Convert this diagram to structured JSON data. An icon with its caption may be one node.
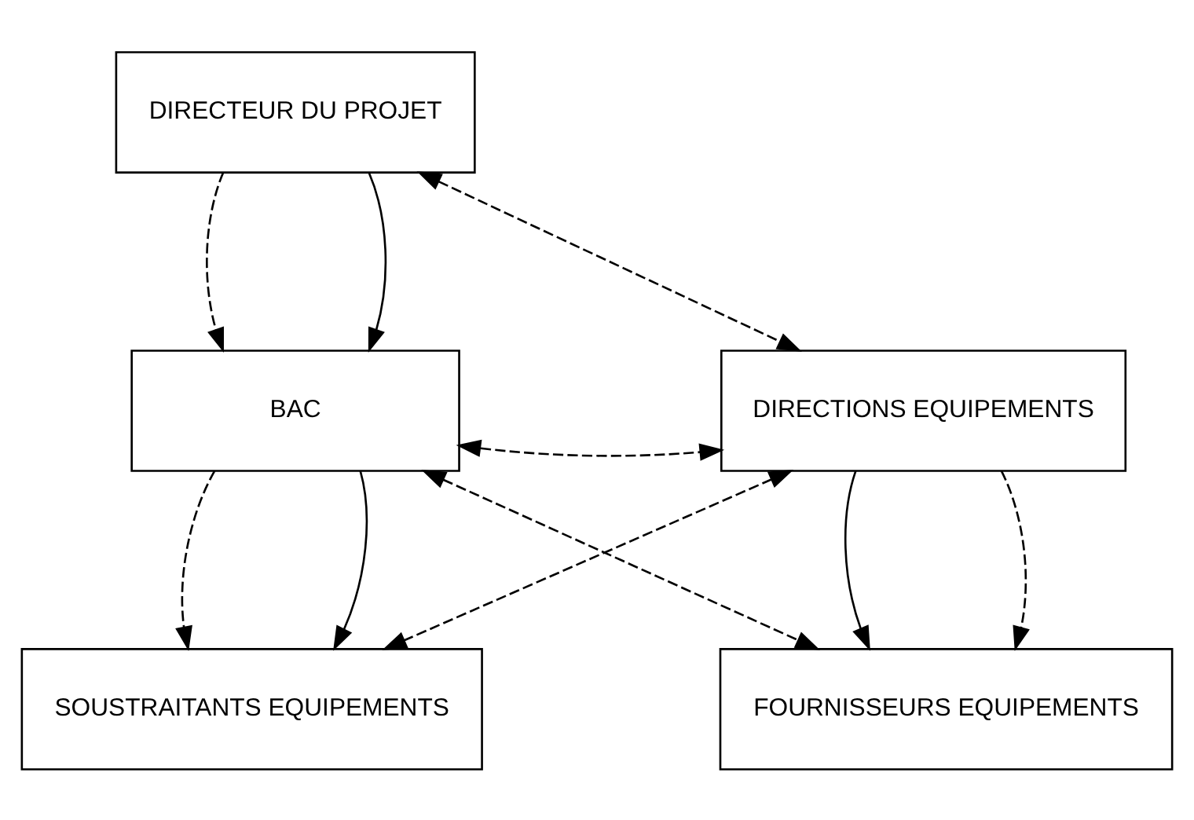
{
  "diagram": {
    "nodes": [
      {
        "text": [
          "DIRECTEUR DU PROJET"
        ]
      },
      {
        "text": [
          "BAC"
        ]
      },
      {
        "text": [
          "DIRECTIONS EQUIPEMENTS"
        ]
      },
      {
        "text": [
          "SOUSTRAITANTS EQUIPEMENTS"
        ]
      },
      {
        "text": [
          "FOURNISSEURS EQUIPEMENTS"
        ]
      }
    ],
    "edges": [
      {
        "from": 0,
        "to": 1,
        "arrow": "to",
        "style": "dashed"
      },
      {
        "from": 0,
        "to": 1,
        "arrow": "to"
      },
      {
        "from": 0,
        "to": 2,
        "arrow": "both",
        "style": "dashed"
      },
      {
        "from": 1,
        "to": 2,
        "arrow": "both",
        "style": "dashed"
      },
      {
        "from": 1,
        "to": 4,
        "arrow": "both",
        "style": "dashed"
      },
      {
        "from": 2,
        "to": 3,
        "arrow": "both",
        "style": "dashed"
      },
      {
        "from": 1,
        "to": 3,
        "arrow": "to",
        "style": "dashed"
      },
      {
        "from": 1,
        "to": 3,
        "arrow": "to"
      },
      {
        "from": 2,
        "to": 4,
        "arrow": "to"
      },
      {
        "from": 2,
        "to": 4,
        "arrow": "to",
        "style": "dashed"
      }
    ]
  }
}
